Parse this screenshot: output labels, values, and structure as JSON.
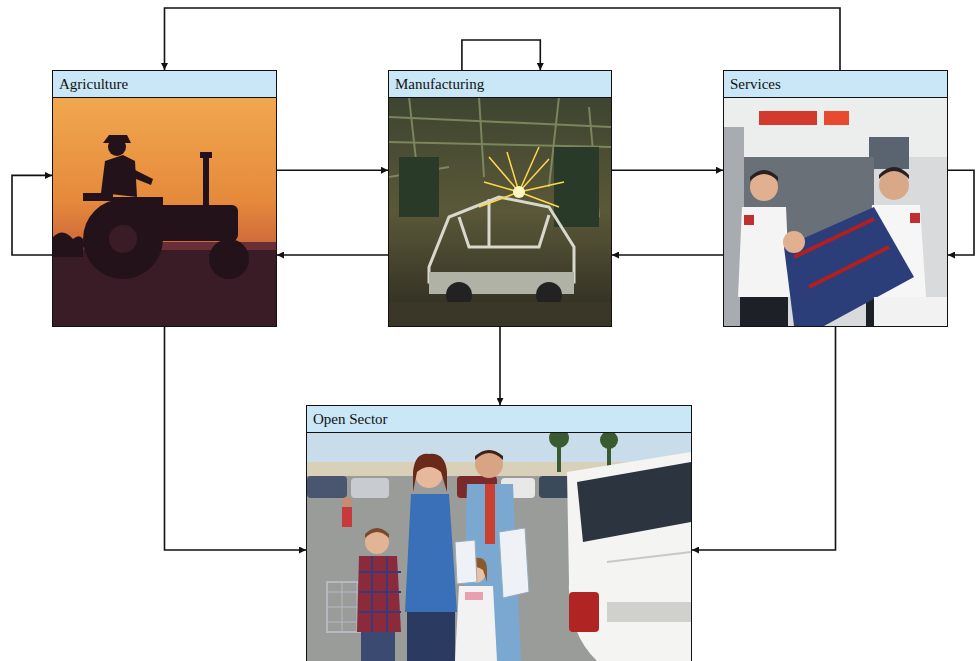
{
  "diagram": {
    "nodes": [
      {
        "text": [
          "Agriculture"
        ]
      },
      {
        "text": [
          "Manufacturing"
        ]
      },
      {
        "text": [
          "Services"
        ]
      },
      {
        "text": [
          "Open Sector"
        ]
      }
    ],
    "edges": [
      {
        "from": 0,
        "to": 1,
        "arrow": "to"
      },
      {
        "from": 1,
        "to": 0,
        "arrow": "to"
      },
      {
        "from": 1,
        "to": 2,
        "arrow": "to"
      },
      {
        "from": 2,
        "to": 1,
        "arrow": "to"
      },
      {
        "from": 2,
        "to": 0,
        "arrow": "to"
      },
      {
        "from": 0,
        "to": 0,
        "arrow": "to"
      },
      {
        "from": 1,
        "to": 1,
        "arrow": "to"
      },
      {
        "from": 2,
        "to": 2,
        "arrow": "to"
      },
      {
        "from": 0,
        "to": 3,
        "arrow": "to"
      },
      {
        "from": 1,
        "to": 3,
        "arrow": "to"
      },
      {
        "from": 2,
        "to": 3,
        "arrow": "to"
      }
    ]
  }
}
